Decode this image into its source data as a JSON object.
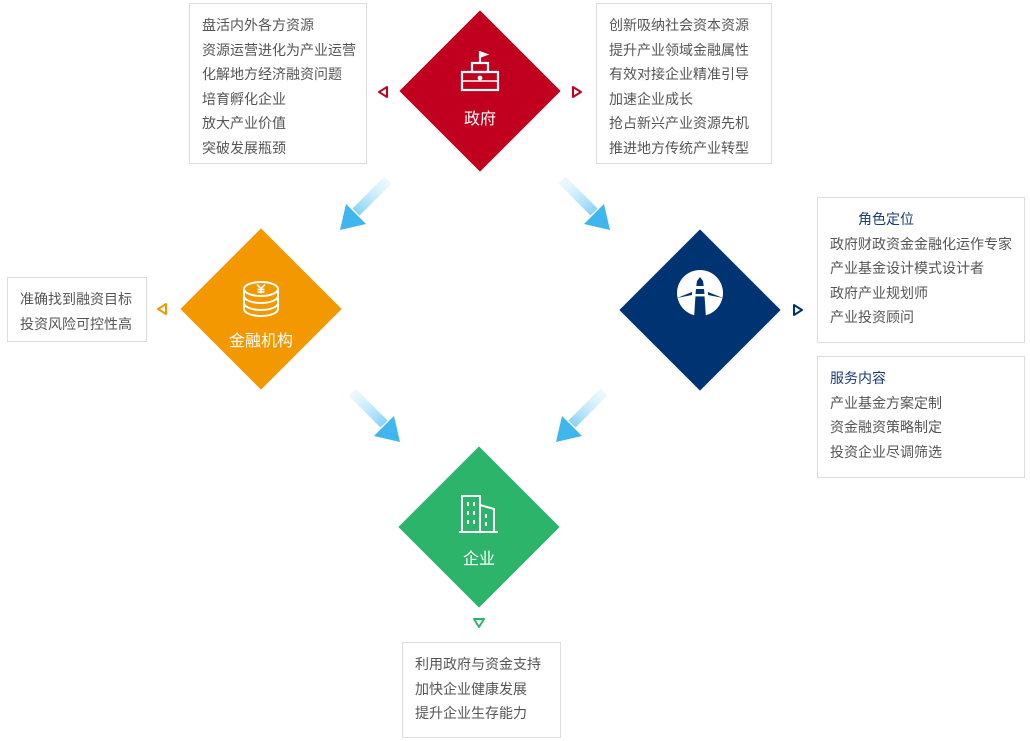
{
  "nodes": {
    "government": {
      "label": "政府",
      "color": "#c1001f"
    },
    "finance": {
      "label": "金融机构",
      "color": "#f39800"
    },
    "advisor": {
      "label": "",
      "color": "#003371"
    },
    "enterprise": {
      "label": "企业",
      "color": "#2db46b"
    }
  },
  "government_left": {
    "items": [
      "盘活内外各方资源",
      "资源运营进化为产业运营",
      "化解地方经济融资问题",
      "培育孵化企业",
      "放大产业价值",
      "突破发展瓶颈"
    ]
  },
  "government_right": {
    "items": [
      "创新吸纳社会资本资源",
      "提升产业领域金融属性",
      "有效对接企业精准引导",
      "加速企业成长",
      "抢占新兴产业资源先机",
      "推进地方传统产业转型"
    ]
  },
  "finance_box": {
    "items": [
      "准确找到融资目标",
      "投资风险可控性高"
    ]
  },
  "role_box": {
    "title": "角色定位",
    "items": [
      "政府财政资金金融化运作专家",
      "产业基金设计模式设计者",
      "政府产业规划师",
      "产业投资顾问"
    ]
  },
  "service_box": {
    "title": "服务内容",
    "items": [
      "产业基金方案定制",
      "资金融资策略制定",
      "投资企业尽调筛选"
    ]
  },
  "enterprise_box": {
    "items": [
      "利用政府与资金支持",
      "加快企业健康发展",
      "提升企业生存能力"
    ]
  },
  "colors": {
    "heading": "#1a3c78",
    "text": "#555555",
    "arrow_light": "#c8ecfb",
    "arrow_dark": "#3fb6ee"
  }
}
